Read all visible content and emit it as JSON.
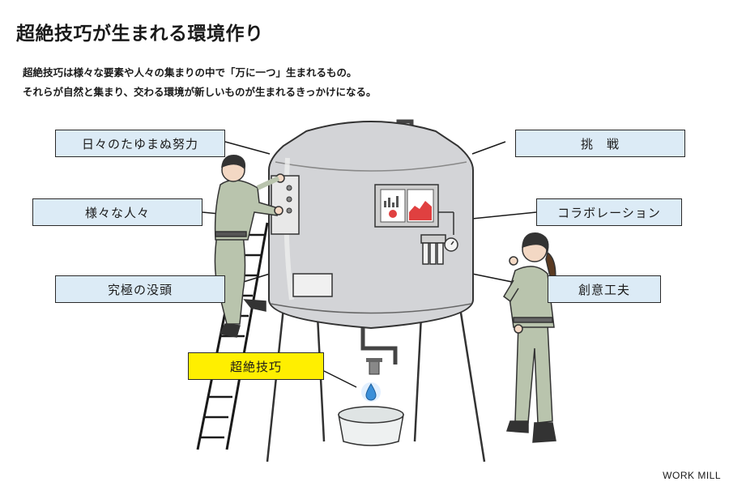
{
  "title": "超絶技巧が生まれる環境作り",
  "lead": [
    "超絶技巧は様々な要素や人々の集まりの中で「万に一つ」生まれるもの。",
    "それらが自然と集まり、交わる環境が新しいものが生まれるきっかけになる。"
  ],
  "labels_left": [
    "日々のたゆまぬ努力",
    "様々な人々",
    "究極の没頭"
  ],
  "labels_right": [
    "挑　戦",
    "コラボレーション",
    "創意工夫"
  ],
  "highlight_label": "超絶技巧",
  "credit": "WORK MILL",
  "colors": {
    "label_fill": "#dcebf6",
    "highlight_fill": "#ffef00",
    "tank_body": "#d3d4d7",
    "droplet": "#3a8fd9",
    "uniform": "#b9c4ad"
  }
}
